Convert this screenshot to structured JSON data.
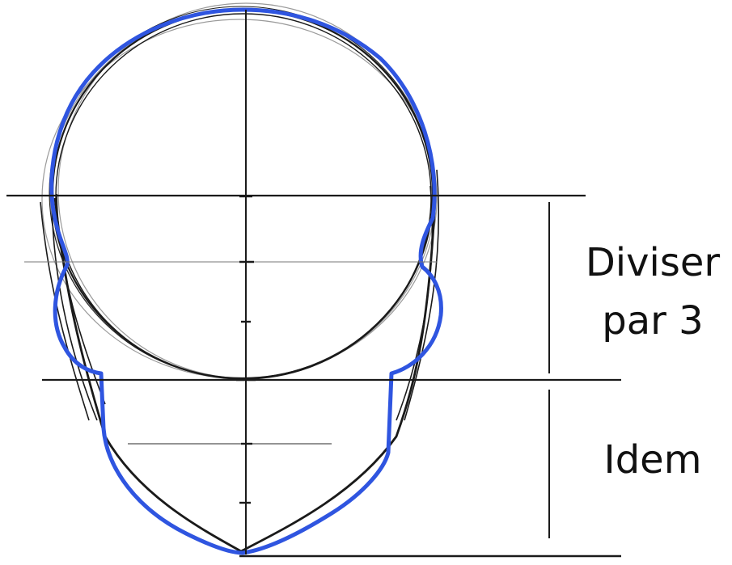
{
  "labels": {
    "divide_line1": "Diviser",
    "divide_line2": "par 3",
    "idem": "Idem"
  },
  "colors": {
    "pencil": "#1a1a1a",
    "light_pencil": "#9a9a9a",
    "ink_blue": "#2f55e0",
    "text": "#111111",
    "background": "#ffffff"
  }
}
